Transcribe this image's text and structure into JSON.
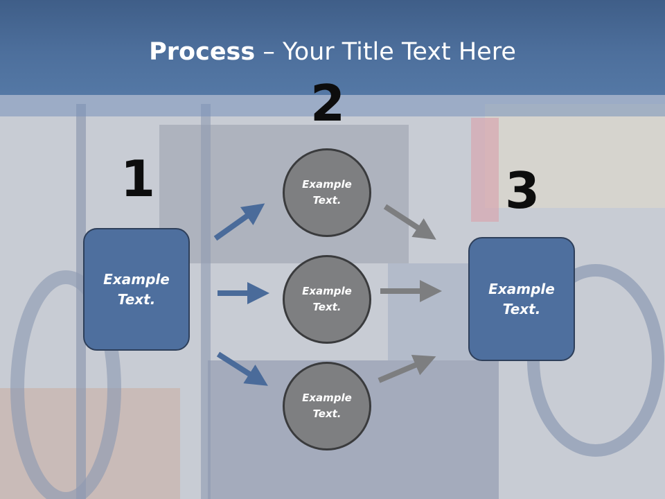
{
  "title": {
    "bold": "Process",
    "rest": " – Your Title Text Here"
  },
  "steps": [
    {
      "number": "1",
      "label": "Example\nText."
    },
    {
      "number": "2"
    },
    {
      "number": "3",
      "label": "Example\nText."
    }
  ],
  "circles": [
    {
      "label": "Example\nText."
    },
    {
      "label": "Example\nText."
    },
    {
      "label": "Example\nText."
    }
  ],
  "colors": {
    "header": "#4d6f9c",
    "box_fill": "#4e6f9e",
    "circle_fill": "#7e7f81",
    "arrow_blue": "#4a6b9a",
    "arrow_gray": "#7d7e80"
  }
}
